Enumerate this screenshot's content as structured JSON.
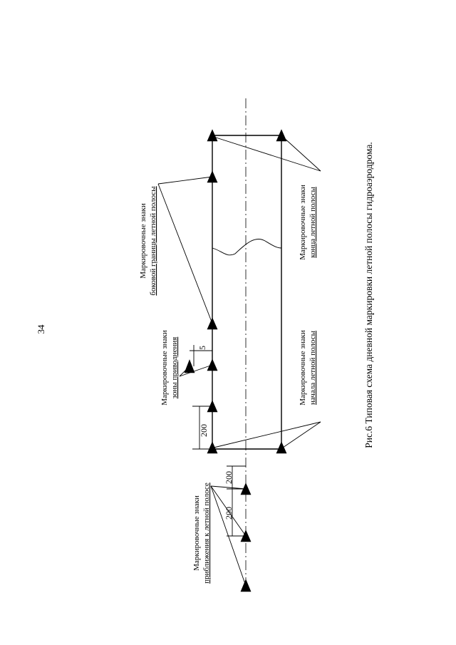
{
  "page_number": "34",
  "caption": "Рис.6 Типовая схема дневной маркировки летной полосы гидроаэродрома.",
  "labels": {
    "side_border": {
      "line1": "Маркировочные знаки",
      "line2": "боковой границы летной полосы"
    },
    "landing_zone": {
      "line1": "Маркировочные знаки",
      "line2": "зоны приводнения"
    },
    "approach": {
      "line1": "Маркировочные знаки",
      "line2": "приближения к летной полосе"
    },
    "strip_start": {
      "line1": "Маркировочные знаки",
      "line2": "начала летной полосы"
    },
    "strip_end": {
      "line1": "Маркировочные знаки",
      "line2": "конца  летной  полосы"
    }
  },
  "dimensions": {
    "d200_strip": "200",
    "d5": "5",
    "d200_approach_a": "200",
    "d200_approach_b": "200"
  }
}
